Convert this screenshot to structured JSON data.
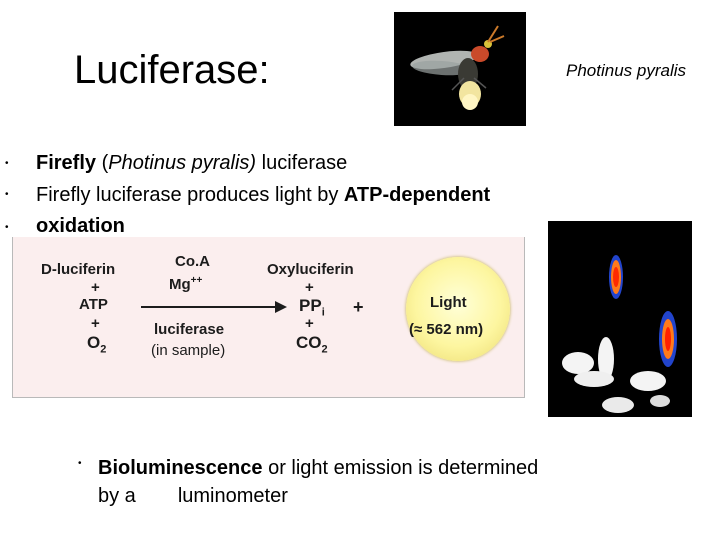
{
  "slide": {
    "title": "Luciferase:",
    "species_label": "Photinus pyralis",
    "bullet_glyph": "•",
    "bullets": [
      {
        "pre": "Firefly",
        "mid": " (",
        "italic": "Photinus pyralis)",
        "post": " luciferase"
      },
      {
        "pre": "Firefly luciferase produces light by ",
        "bold": "ATP-dependent"
      },
      {
        "bold": "oxidation"
      }
    ],
    "last_bullet": {
      "bold": "Bioluminescence",
      "text1": " or light emission is determined",
      "text2": "by a",
      "text3": "luminometer"
    }
  },
  "reaction": {
    "reactant1": "D-luciferin",
    "plus": "+",
    "reactant2": "ATP",
    "reactant3": "O",
    "reactant3_sub": "2",
    "cofactor1": "Co.A",
    "cofactor2": "Mg",
    "cofactor2_sup": "++",
    "enzyme": "luciferase",
    "enzyme_note": "(in sample)",
    "product1": "Oxyluciferin",
    "product2": "PP",
    "product2_sub": "i",
    "product3": "CO",
    "product3_sub": "2",
    "light_title": "Light",
    "light_wavelength": "(≈ 562 nm)"
  },
  "colors": {
    "reaction_bg": "#fbeeee",
    "circle": "#fdf6a0"
  }
}
